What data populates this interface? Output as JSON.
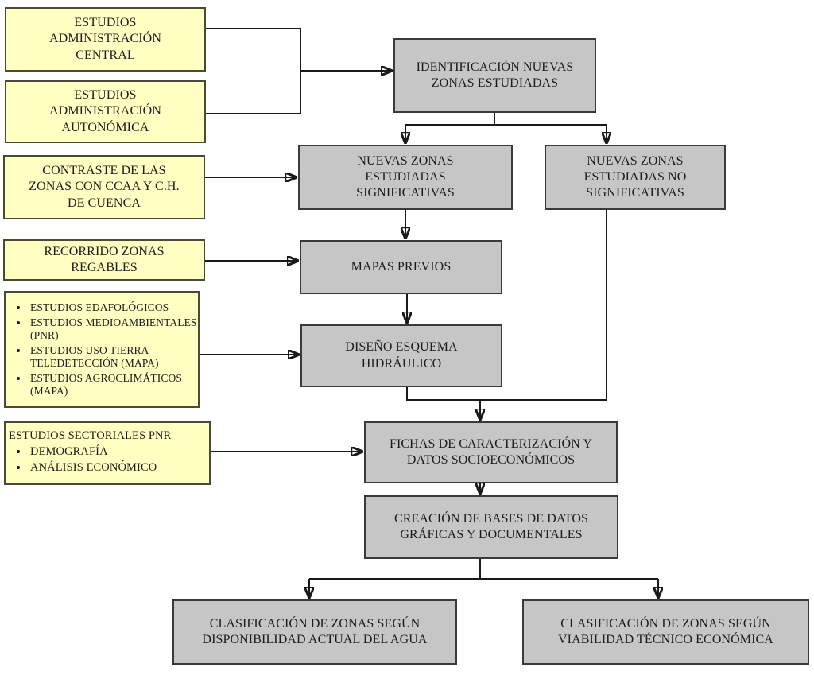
{
  "diagram": {
    "language": "es",
    "colors": {
      "source_fill": "#FFFFC2",
      "source_border": "#4A4A3A",
      "process_fill": "#C6C6C6",
      "process_border": "#3A3A3A",
      "line": "#1A1A1A",
      "background": "#FFFFFF"
    },
    "nodes": {
      "admin_central": {
        "type": "source",
        "lines": [
          "ESTUDIOS",
          "ADMINISTRACIÓN",
          "CENTRAL"
        ]
      },
      "admin_autonomica": {
        "type": "source",
        "lines": [
          "ESTUDIOS",
          "ADMINISTRACIÓN",
          "AUTONÓMICA"
        ]
      },
      "contraste": {
        "type": "source",
        "lines": [
          "CONTRASTE  DE  LAS",
          "ZONAS CON CCAA Y C.H.",
          "DE CUENCA"
        ]
      },
      "recorrido": {
        "type": "source",
        "lines": [
          "RECORRIDO ZONAS",
          "REGABLES"
        ]
      },
      "estudios_tematicos": {
        "type": "source",
        "bullets": [
          "ESTUDIOS EDAFOLÓGICOS",
          "ESTUDIOS MEDIOAMBIENTALES (PNR)",
          "ESTUDIOS USO TIERRA TELEDETECCIÓN (MAPA)",
          "ESTUDIOS AGROCLIMÁTICOS (MAPA)"
        ]
      },
      "sectoriales": {
        "type": "source",
        "header": "ESTUDIOS SECTORIALES PNR",
        "bullets": [
          "DEMOGRAFÍA",
          "ANÁLISIS ECONÓMICO"
        ]
      },
      "identificacion": {
        "type": "process",
        "lines": [
          "IDENTIFICACIÓN NUEVAS",
          "ZONAS ESTUDIADAS"
        ]
      },
      "significativas": {
        "type": "process",
        "lines": [
          "NUEVAS ZONAS",
          "ESTUDIADAS",
          "SIGNIFICATIVAS"
        ]
      },
      "no_significativas": {
        "type": "process",
        "lines": [
          "NUEVAS ZONAS",
          "ESTUDIADAS NO",
          "SIGNIFICATIVAS"
        ]
      },
      "mapas_previos": {
        "type": "process",
        "lines": [
          "MAPAS PREVIOS"
        ]
      },
      "diseno_esquema": {
        "type": "process",
        "lines": [
          "DISEÑO ESQUEMA",
          "HIDRÁULICO"
        ]
      },
      "fichas": {
        "type": "process",
        "lines": [
          "FICHAS DE CARACTERIZACIÓN Y",
          "DATOS SOCIOECONÓMICOS"
        ]
      },
      "creacion_bases": {
        "type": "process",
        "lines": [
          "CREACIÓN DE BASES DE DATOS",
          "GRÁFICAS Y DOCUMENTALES"
        ]
      },
      "clasificacion_agua": {
        "type": "process",
        "lines": [
          "CLASIFICACIÓN DE ZONAS SEGÚN",
          "DISPONIBILIDAD ACTUAL DEL AGUA"
        ]
      },
      "clasificacion_viabilidad": {
        "type": "process",
        "lines": [
          "CLASIFICACIÓN DE ZONAS SEGÚN",
          "VIABILIDAD TÉCNICO ECONÓMICA"
        ]
      }
    },
    "edges": [
      "admin_central+admin_autonomica -> identificacion",
      "identificacion -> significativas",
      "identificacion -> no_significativas",
      "contraste -> significativas",
      "significativas -> mapas_previos",
      "recorrido -> mapas_previos",
      "mapas_previos -> diseno_esquema",
      "estudios_tematicos -> diseno_esquema",
      "diseno_esquema+no_significativas -> fichas",
      "sectoriales -> fichas",
      "fichas -> creacion_bases",
      "creacion_bases -> clasificacion_agua",
      "creacion_bases -> clasificacion_viabilidad"
    ]
  }
}
